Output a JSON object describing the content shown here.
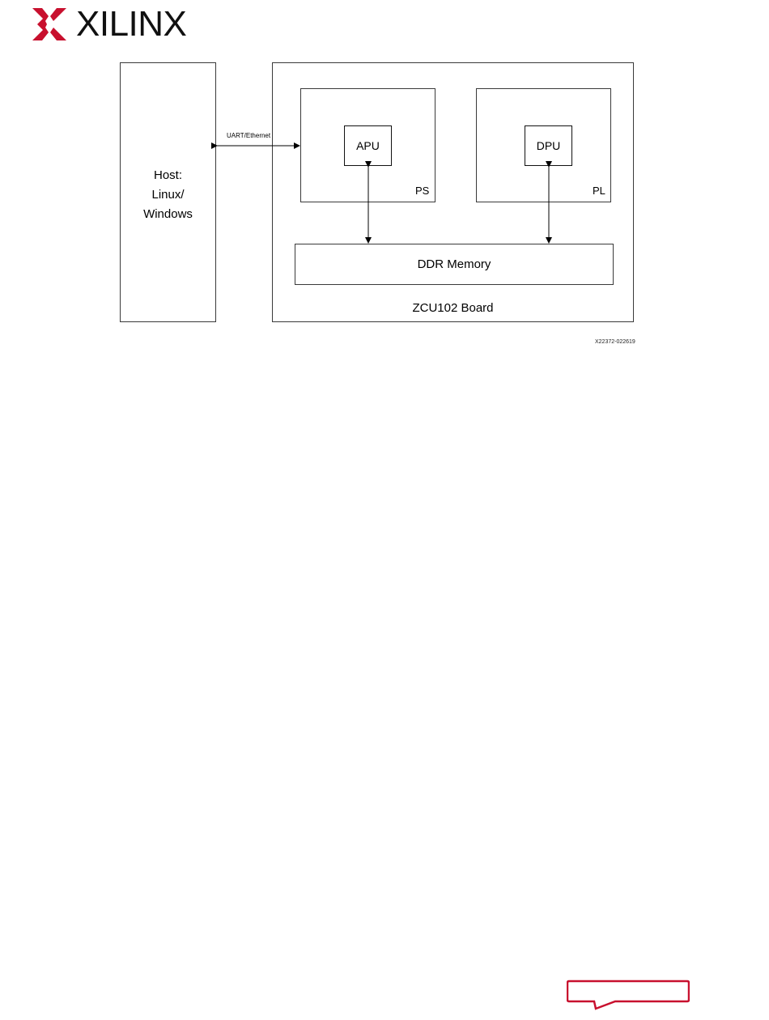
{
  "logo": {
    "wordmark": "XILINX",
    "brand_color": "#c8102e",
    "icon": "xilinx-logo-icon"
  },
  "diagram": {
    "host": {
      "label": "Host:\nLinux/\nWindows"
    },
    "link": {
      "label": "UART/Ethernet"
    },
    "board": {
      "label": "ZCU102 Board"
    },
    "ps": {
      "label": "PS",
      "chip": "APU"
    },
    "pl": {
      "label": "PL",
      "chip": "DPU"
    },
    "memory": {
      "label": "DDR Memory"
    },
    "figure_id": "X22372-022619"
  },
  "footer": {
    "feedback_tab_color": "#c8102e"
  }
}
